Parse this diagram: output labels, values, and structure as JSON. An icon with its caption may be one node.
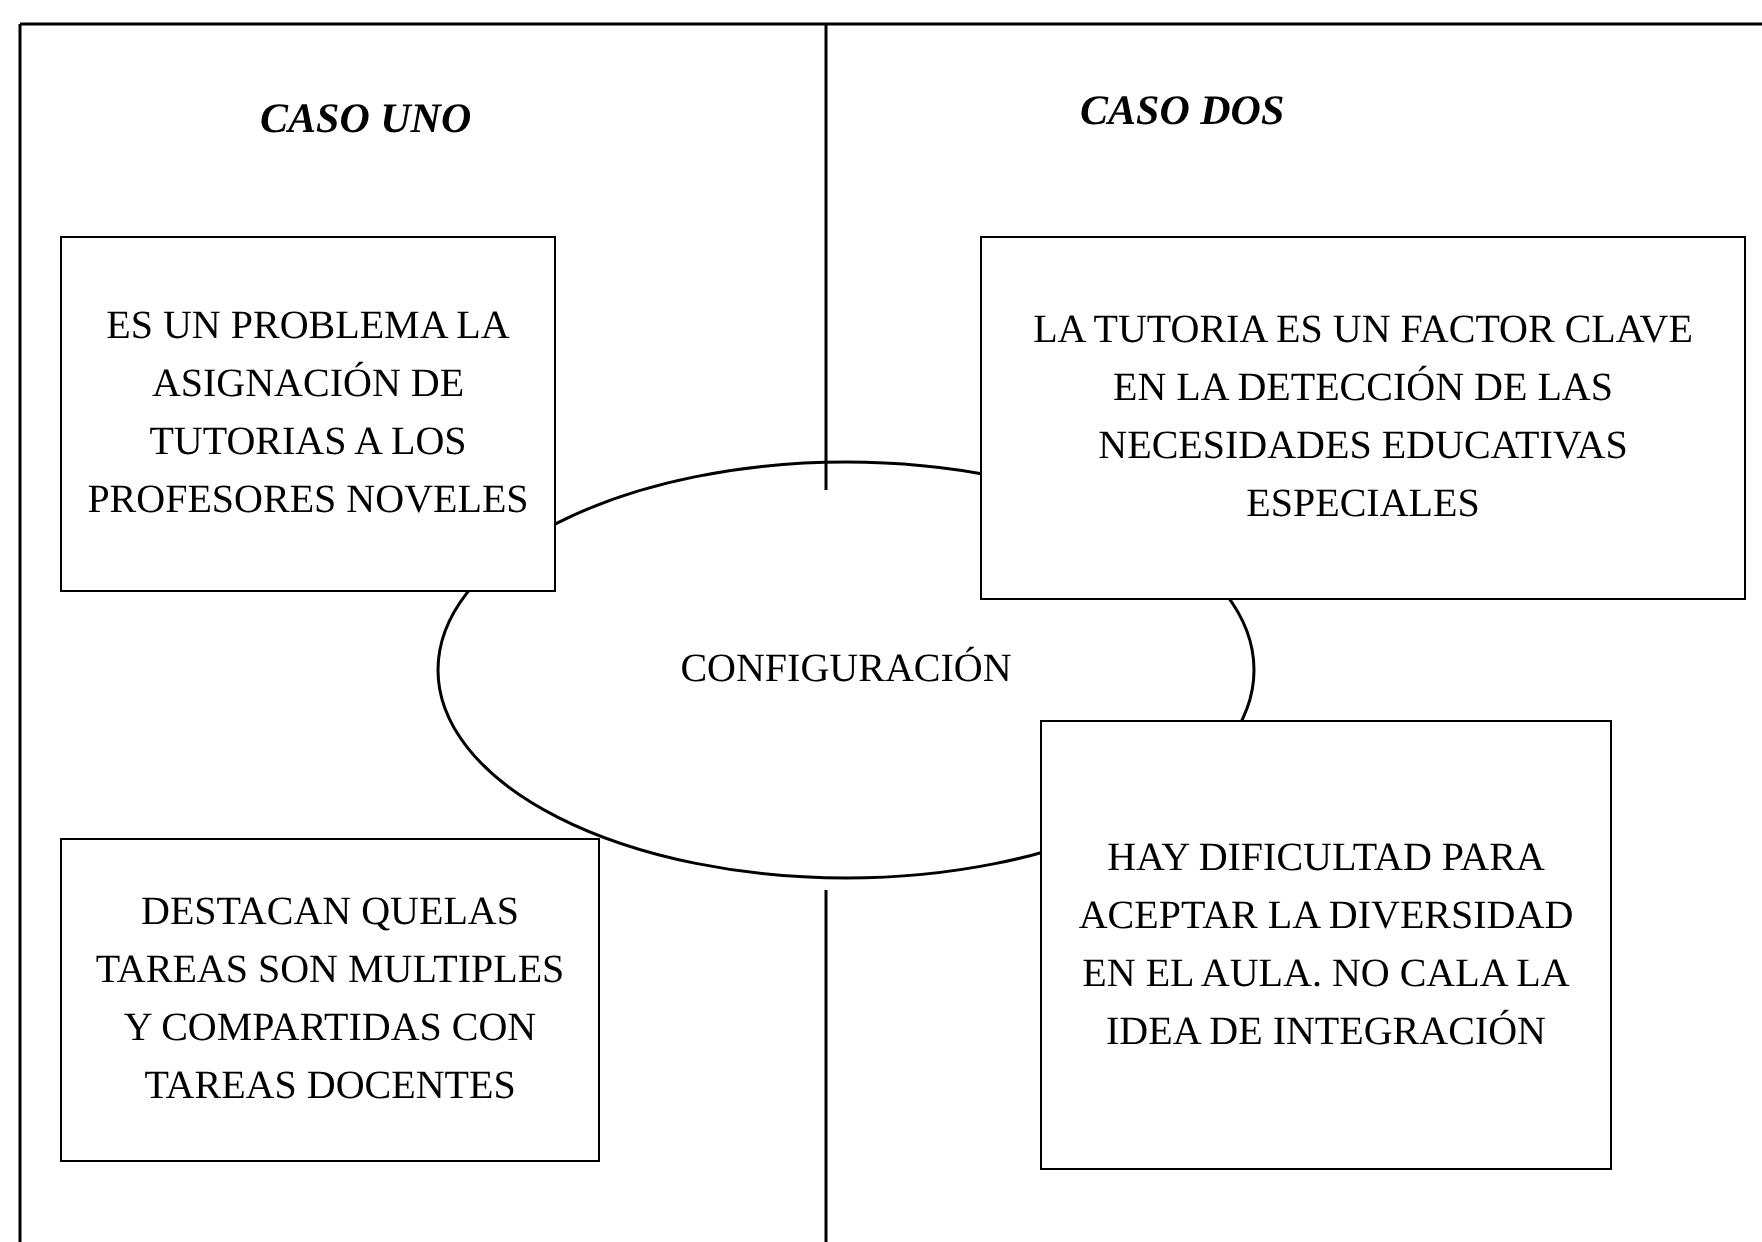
{
  "diagram": {
    "nodes": [
      {
        "text": [
          "ES UN PROBLEMA LA ASIGNACIÓN DE TUTORIAS A LOS PROFESORES NOVELES"
        ]
      },
      {
        "text": [
          "LA TUTORIA ES UN FACTOR CLAVE EN LA DETECCIÓN DE LAS NECESIDADES EDUCATIVAS ESPECIALES"
        ]
      },
      {
        "text": [
          "CONFIGURACIÓN"
        ]
      },
      {
        "text": [
          "HAY DIFICULTAD PARA ACEPTAR LA DIVERSIDAD EN EL AULA. NO CALA LA IDEA DE INTEGRACIÓN"
        ]
      },
      {
        "text": [
          "DESTACAN QUELAS TAREAS SON MULTIPLES Y COMPARTIDAS CON TAREAS DOCENTES"
        ]
      }
    ],
    "edges": [],
    "labels": [
      "CASO UNO",
      "CASO DOS"
    ]
  }
}
